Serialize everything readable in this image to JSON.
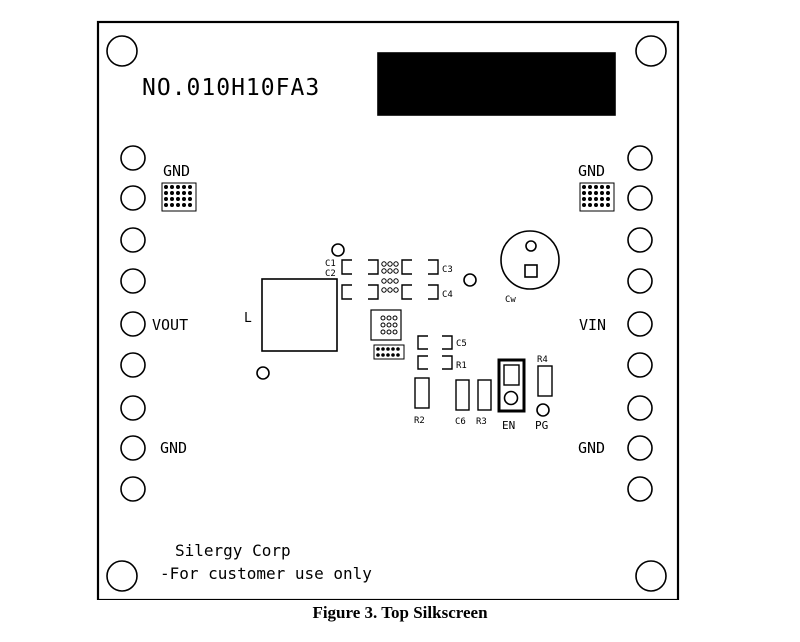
{
  "board": {
    "part_number": "NO.010H10FA3",
    "labels": {
      "gnd_left_top": "GND",
      "gnd_right_top": "GND",
      "vout": "VOUT",
      "vin": "VIN",
      "gnd_left_bottom": "GND",
      "gnd_right_bottom": "GND",
      "inductor": "L",
      "c1": "C1",
      "c2": "C2",
      "c3": "C3",
      "c4": "C4",
      "c5": "C5",
      "r1": "R1",
      "r2": "R2",
      "r3": "R3",
      "r4": "R4",
      "c6": "C6",
      "cin": "Cw",
      "en": "EN",
      "pg": "PG"
    },
    "company": "Silergy Corp",
    "notice": "-For customer use only"
  },
  "caption": "Figure 3. Top Silkscreen"
}
